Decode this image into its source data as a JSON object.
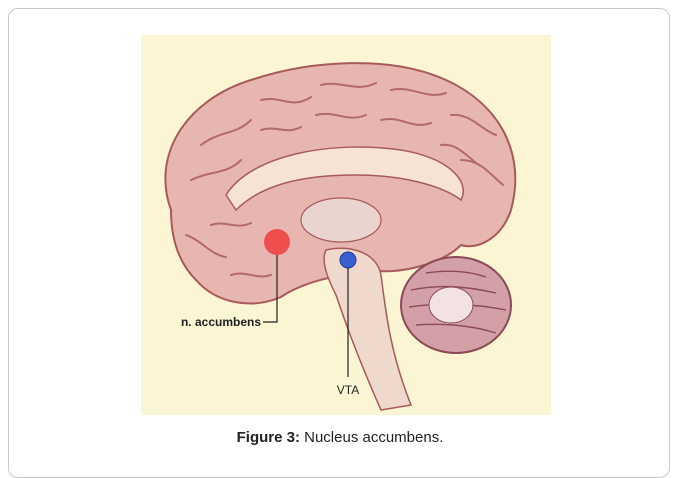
{
  "figure": {
    "label_accumbens": "n. accumbens",
    "label_vta": "VTA",
    "caption_prefix": "Figure 3:",
    "caption_text": " Nucleus accumbens.",
    "colors": {
      "background": "#fbf5d3",
      "cortex": "#e7b6b0",
      "cortex_dark": "#a85a5a",
      "accumbens_dot": "#ee4444",
      "vta_dot": "#3a5fd0",
      "cerebellum": "#d4a0a8"
    }
  }
}
